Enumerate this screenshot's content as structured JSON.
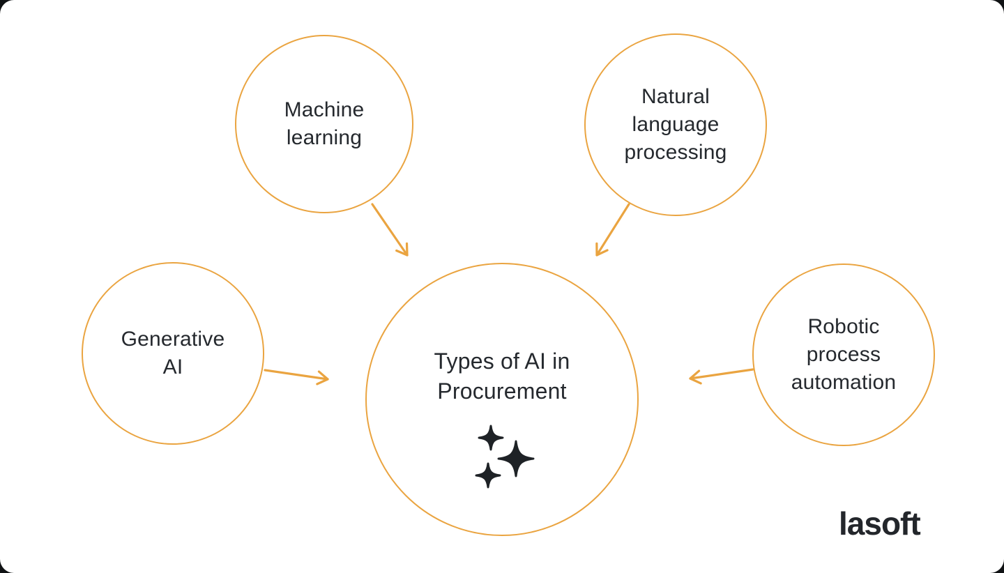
{
  "page": {
    "background": "#ffffff",
    "accent_color": "#EAA440",
    "text_color": "#25292E"
  },
  "diagram": {
    "center": {
      "label": "Types of AI in Procurement",
      "lines": [
        "Types of AI in",
        "Procurement"
      ],
      "icon": "sparkles-icon"
    },
    "nodes": [
      {
        "id": "machine-learning",
        "label": "Machine learning",
        "lines": [
          "Machine",
          "learning"
        ]
      },
      {
        "id": "natural-language-processing",
        "label": "Natural language processing",
        "lines": [
          "Natural",
          "language",
          "processing"
        ]
      },
      {
        "id": "generative-ai",
        "label": "Generative AI",
        "lines": [
          "Generative",
          "AI"
        ]
      },
      {
        "id": "robotic-process-automation",
        "label": "Robotic process automation",
        "lines": [
          "Robotic",
          "process",
          "automation"
        ]
      }
    ],
    "connections": [
      {
        "from": "machine-learning",
        "to": "center"
      },
      {
        "from": "natural-language-processing",
        "to": "center"
      },
      {
        "from": "generative-ai",
        "to": "center"
      },
      {
        "from": "robotic-process-automation",
        "to": "center"
      }
    ]
  },
  "branding": {
    "logo_text": "lasoft"
  }
}
